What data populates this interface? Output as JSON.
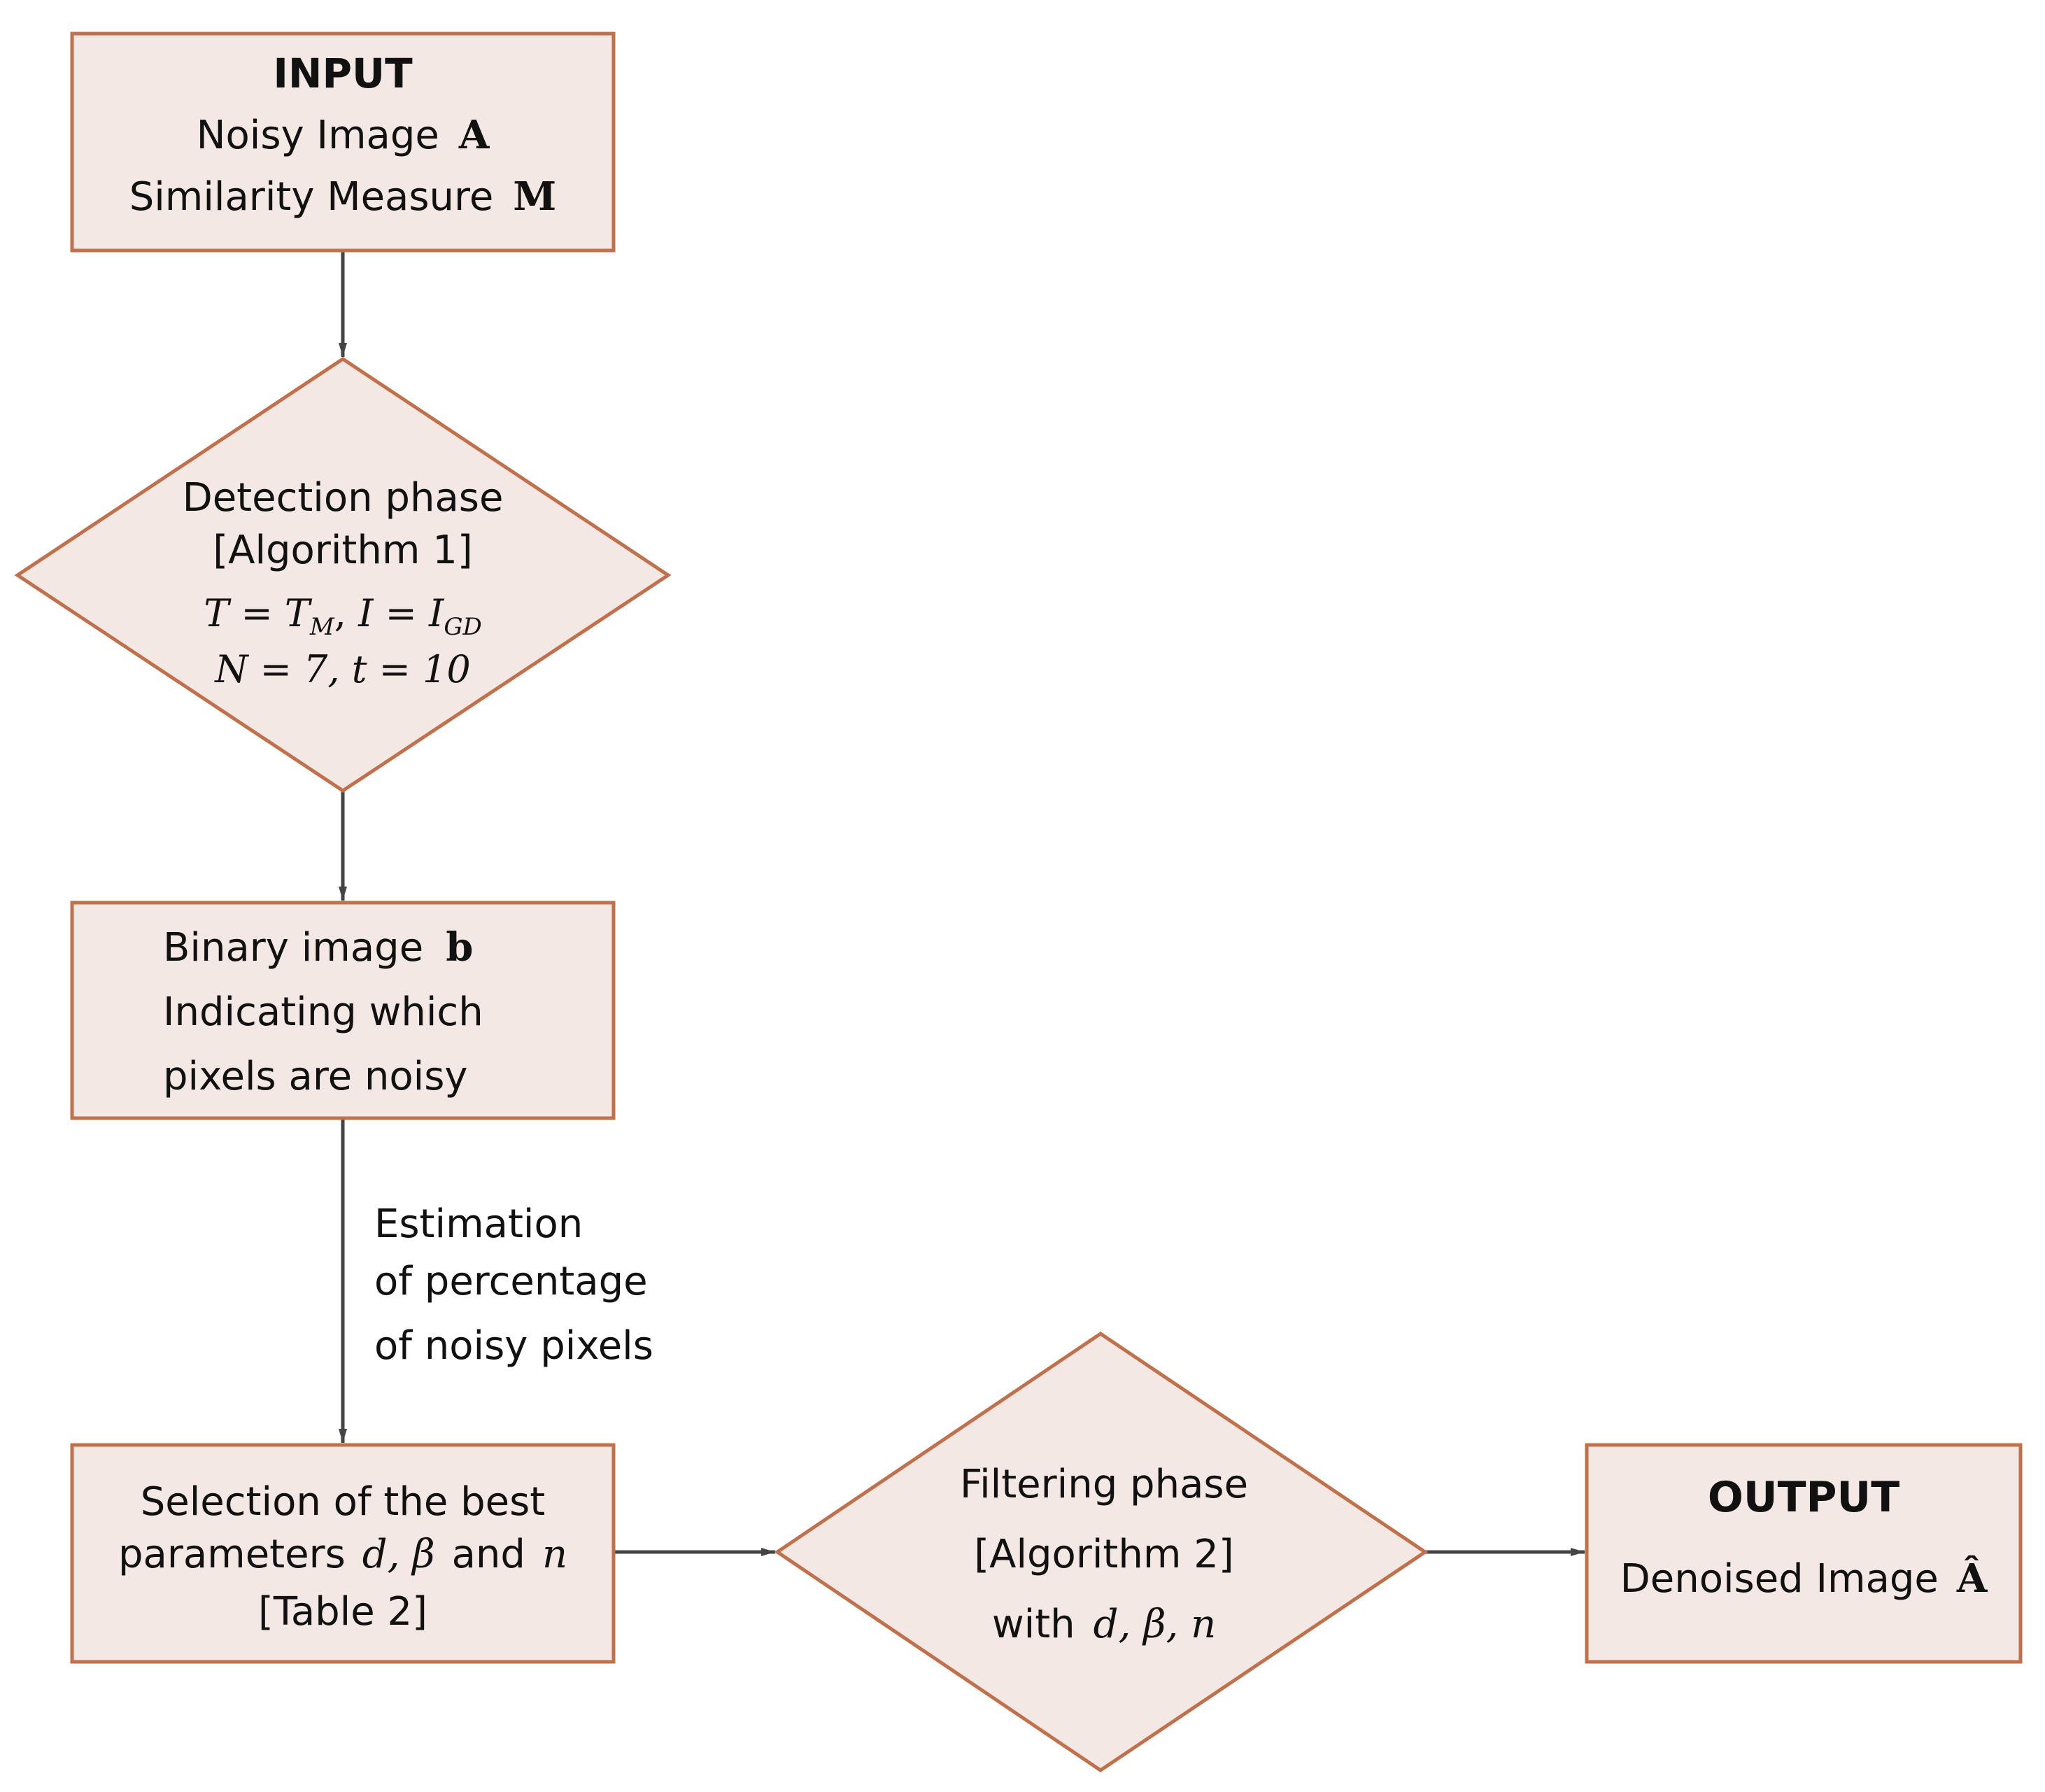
{
  "colors": {
    "node_fill": "#f4e8e4",
    "node_stroke": "#c0704b",
    "edge": "#444444",
    "text": "#111111"
  },
  "input": {
    "title": "INPUT",
    "line1_text": "Noisy Image",
    "line1_math": "A",
    "line2_text": "Similarity Measure",
    "line2_math": "M"
  },
  "detection": {
    "line1": "Detection phase",
    "line2": "[Algorithm 1]",
    "math1_T": "T",
    "math1_eq1": " = ",
    "math1_TM": "T",
    "math1_TM_sub": "M",
    "math1_comma": ", ",
    "math1_I": "I",
    "math1_eq2": " = ",
    "math1_IGD": "I",
    "math1_IGD_sub": "GD",
    "math2": "N = 7, t = 10"
  },
  "binary": {
    "line1_text": "Binary image",
    "line1_math": "b",
    "line2": "Indicating which",
    "line3": "pixels are noisy"
  },
  "edge_label": {
    "line1": "Estimation",
    "line2": "of percentage",
    "line3": "of noisy pixels"
  },
  "selection": {
    "line1": "Selection of the best",
    "line2_text": "parameters",
    "line2_math": "d, β",
    "line2_and": "and",
    "line2_n": "n",
    "line3": "[Table 2]"
  },
  "filtering": {
    "line1": "Filtering phase",
    "line2": "[Algorithm 2]",
    "line3_text": "with",
    "line3_math": "d, β, n"
  },
  "output": {
    "title": "OUTPUT",
    "line1_text": "Denoised Image",
    "line1_math": "Â"
  }
}
